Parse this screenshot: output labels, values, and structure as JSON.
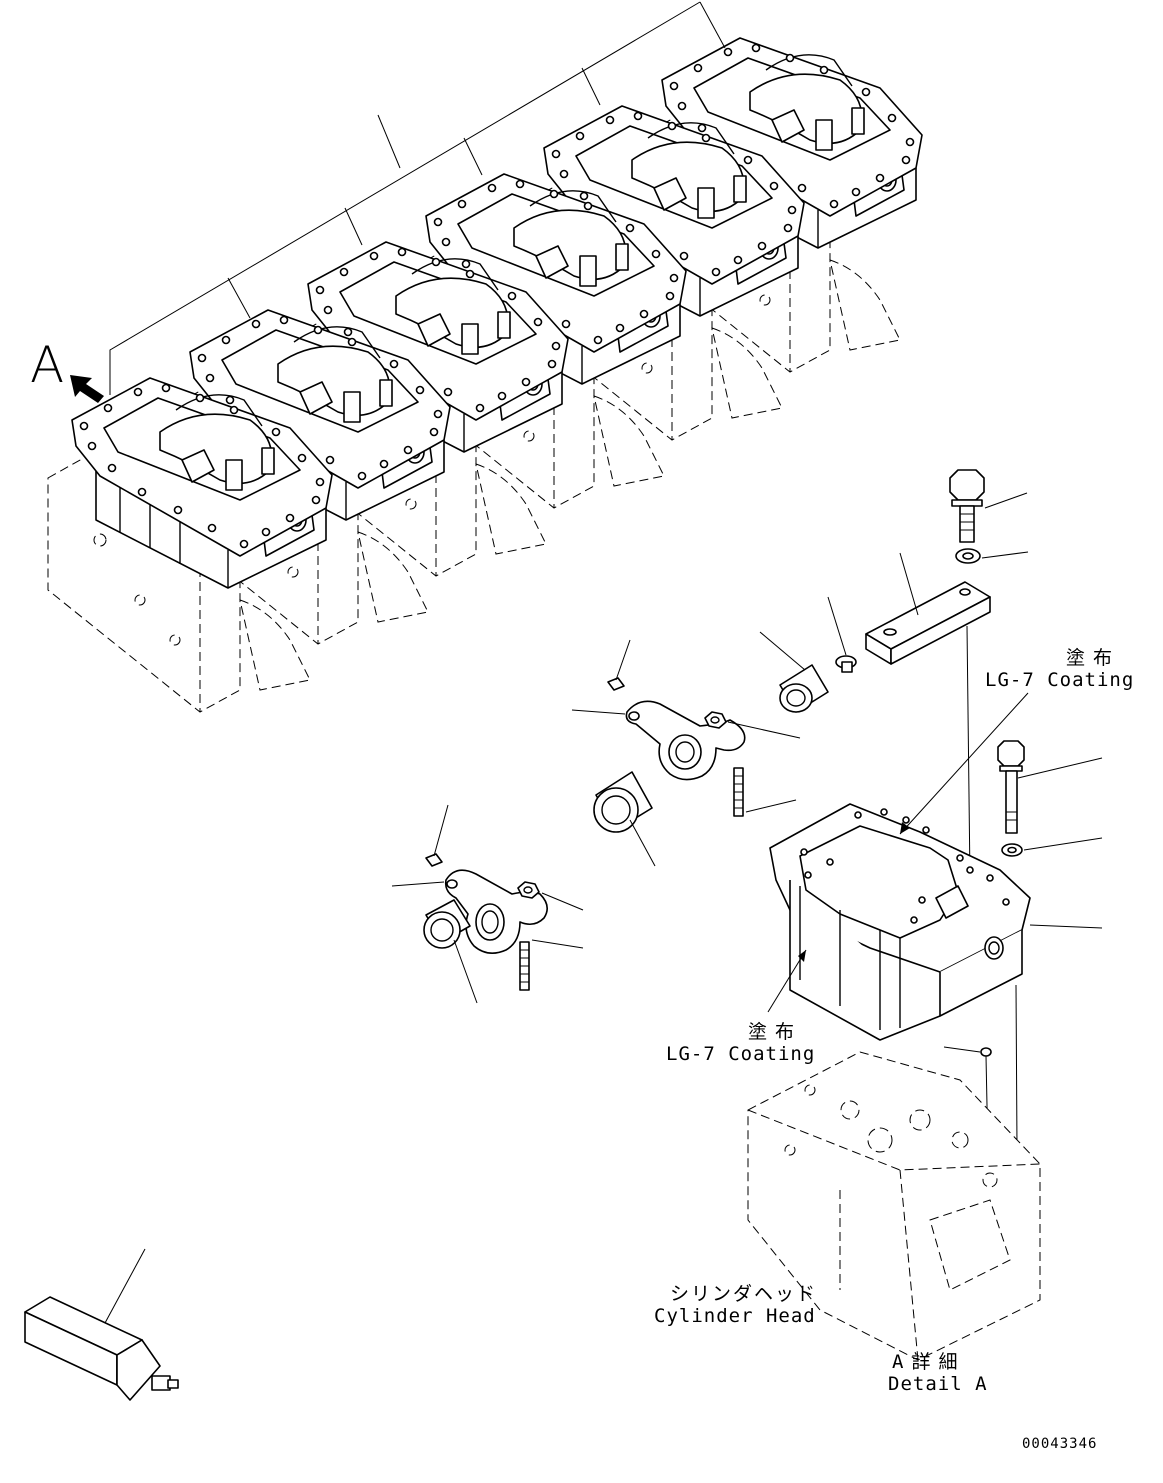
{
  "labels": {
    "view_marker": "A",
    "coating_top_jp": "塗布",
    "coating_top_en": "LG-7 Coating",
    "coating_bottom_jp": "塗布",
    "coating_bottom_en": "LG-7 Coating",
    "cylinder_head_jp": "シリンダヘッド",
    "cylinder_head_en": "Cylinder Head",
    "detail_jp": "A詳細",
    "detail_en": "Detail A",
    "drawing_number": "00043346"
  }
}
